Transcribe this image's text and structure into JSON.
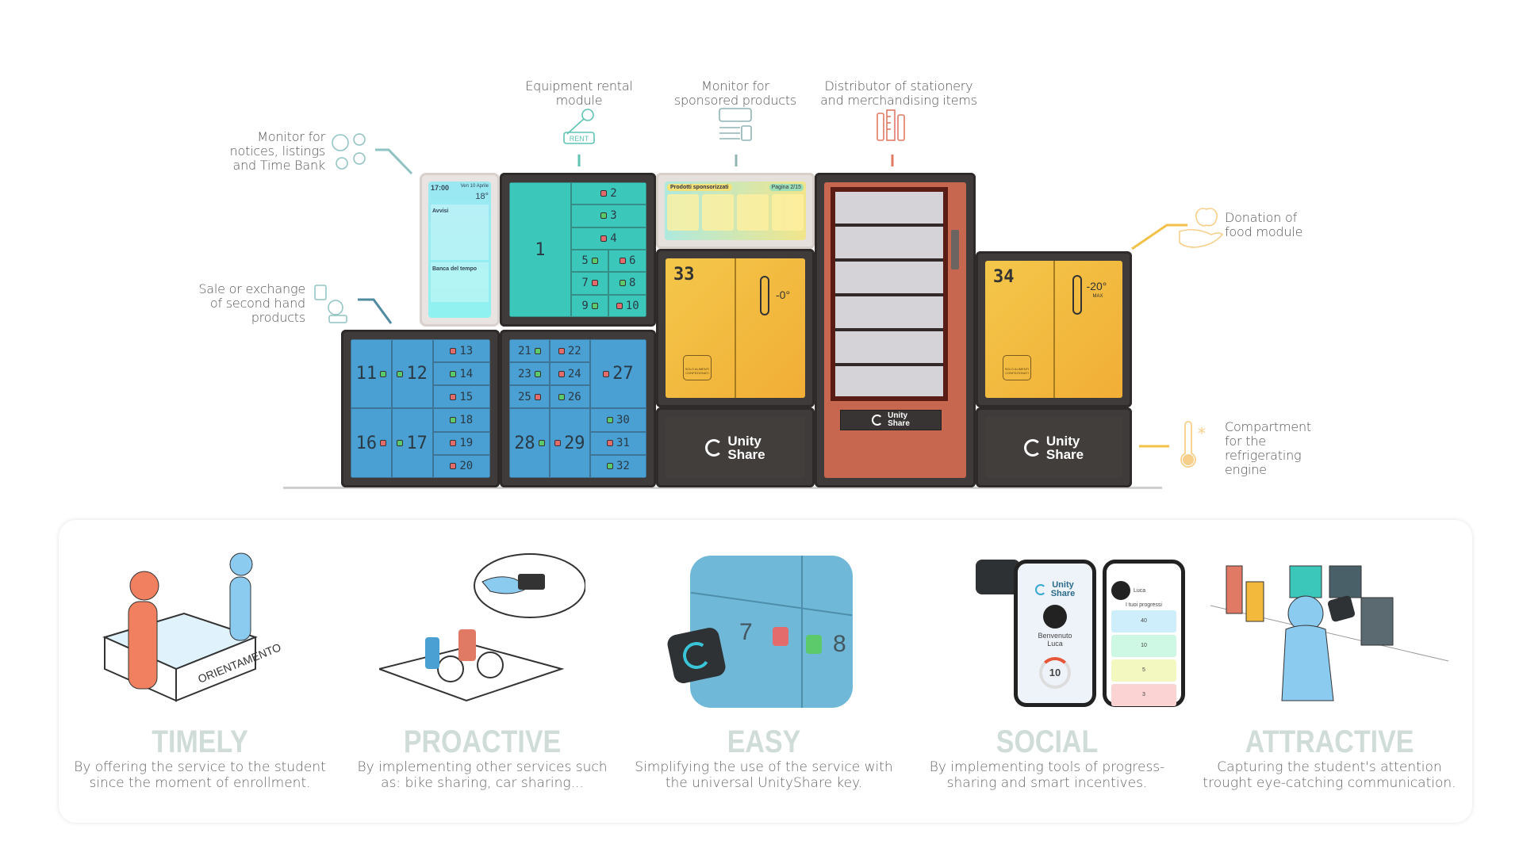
{
  "labels": {
    "notices_monitor": [
      "Monitor for",
      "notices, listings",
      "and Time Bank"
    ],
    "second_hand": [
      "Sale or exchange",
      "of second hand",
      "products"
    ],
    "equipment_rental": [
      "Equipment rental",
      "module"
    ],
    "sponsored_monitor": [
      "Monitor for",
      "sponsored products"
    ],
    "distributor": [
      "Distributor of stationery",
      "and merchandising items"
    ],
    "food_donation": [
      "Donation of",
      "food module"
    ],
    "refrigerating": [
      "Compartment",
      "for the",
      "refrigerating",
      "engine"
    ],
    "rent_icon_text": "RENT"
  },
  "notices_screen": {
    "time": "17:00",
    "date": "Ven 10 Aprile",
    "temp": "18°",
    "avvisi": "Avvisi",
    "banca": "Banca del tempo"
  },
  "sponsored_screen": {
    "title": "Prodotti sponsorizzati",
    "page": "Pagina 2/15"
  },
  "teal": {
    "big": "1",
    "rows": [
      "2",
      "3",
      "4"
    ],
    "pairs": [
      [
        "5",
        "6"
      ],
      [
        "7",
        "8"
      ],
      [
        "9",
        "10"
      ]
    ]
  },
  "blue_left": {
    "top": [
      "11",
      "12"
    ],
    "right_top": [
      "13",
      "14",
      "15"
    ],
    "bottom": [
      "16",
      "17"
    ],
    "right_bottom": [
      "18",
      "19",
      "20"
    ]
  },
  "blue_right": {
    "grid": [
      [
        "21",
        "22"
      ],
      [
        "23",
        "24"
      ],
      [
        "25",
        "26"
      ]
    ],
    "top_right": "27",
    "bottom": [
      "28",
      "29"
    ],
    "right_bottom": [
      "30",
      "31",
      "32"
    ]
  },
  "food1": {
    "number": "33",
    "temp": "-0°",
    "sign": "SOLO ALIMENTI CONFEZIONATI"
  },
  "food2": {
    "number": "34",
    "temp": "-20°",
    "temp_sub": "MAX",
    "sign": "SOLO ALIMENTI CONFEZIONATI"
  },
  "brand": {
    "line1": "Unity",
    "line2": "Share"
  },
  "features": [
    {
      "title": "TIMELY",
      "desc": "By offering the service to the student since the moment of enrollment.",
      "sign": "ORIENTAMENTO"
    },
    {
      "title": "PROACTIVE",
      "desc": "By implementing other services such as: bike sharing, car sharing..."
    },
    {
      "title": "EASY",
      "desc": "Simplifying the use of the service with the universal UnityShare key.",
      "n7": "7",
      "n8": "8"
    },
    {
      "title": "SOCIAL",
      "desc": "By implementing tools of progress-sharing and smart incentives.",
      "welcome": "Benvenuto",
      "user": "Luca",
      "points": "10",
      "progress_title": "I tuoi progressi",
      "stats": [
        "40",
        "10",
        "5",
        "3"
      ]
    },
    {
      "title": "ATTRACTIVE",
      "desc": "Capturing the student's attention trought eye-catching communication."
    }
  ],
  "colors": {
    "teal": "#3cc7bb",
    "blue": "#4a9fd3",
    "yellow": "#f2b93d",
    "orange": "#c8674f",
    "frame": "#3e3b3a",
    "title": "#cfdcd7"
  }
}
